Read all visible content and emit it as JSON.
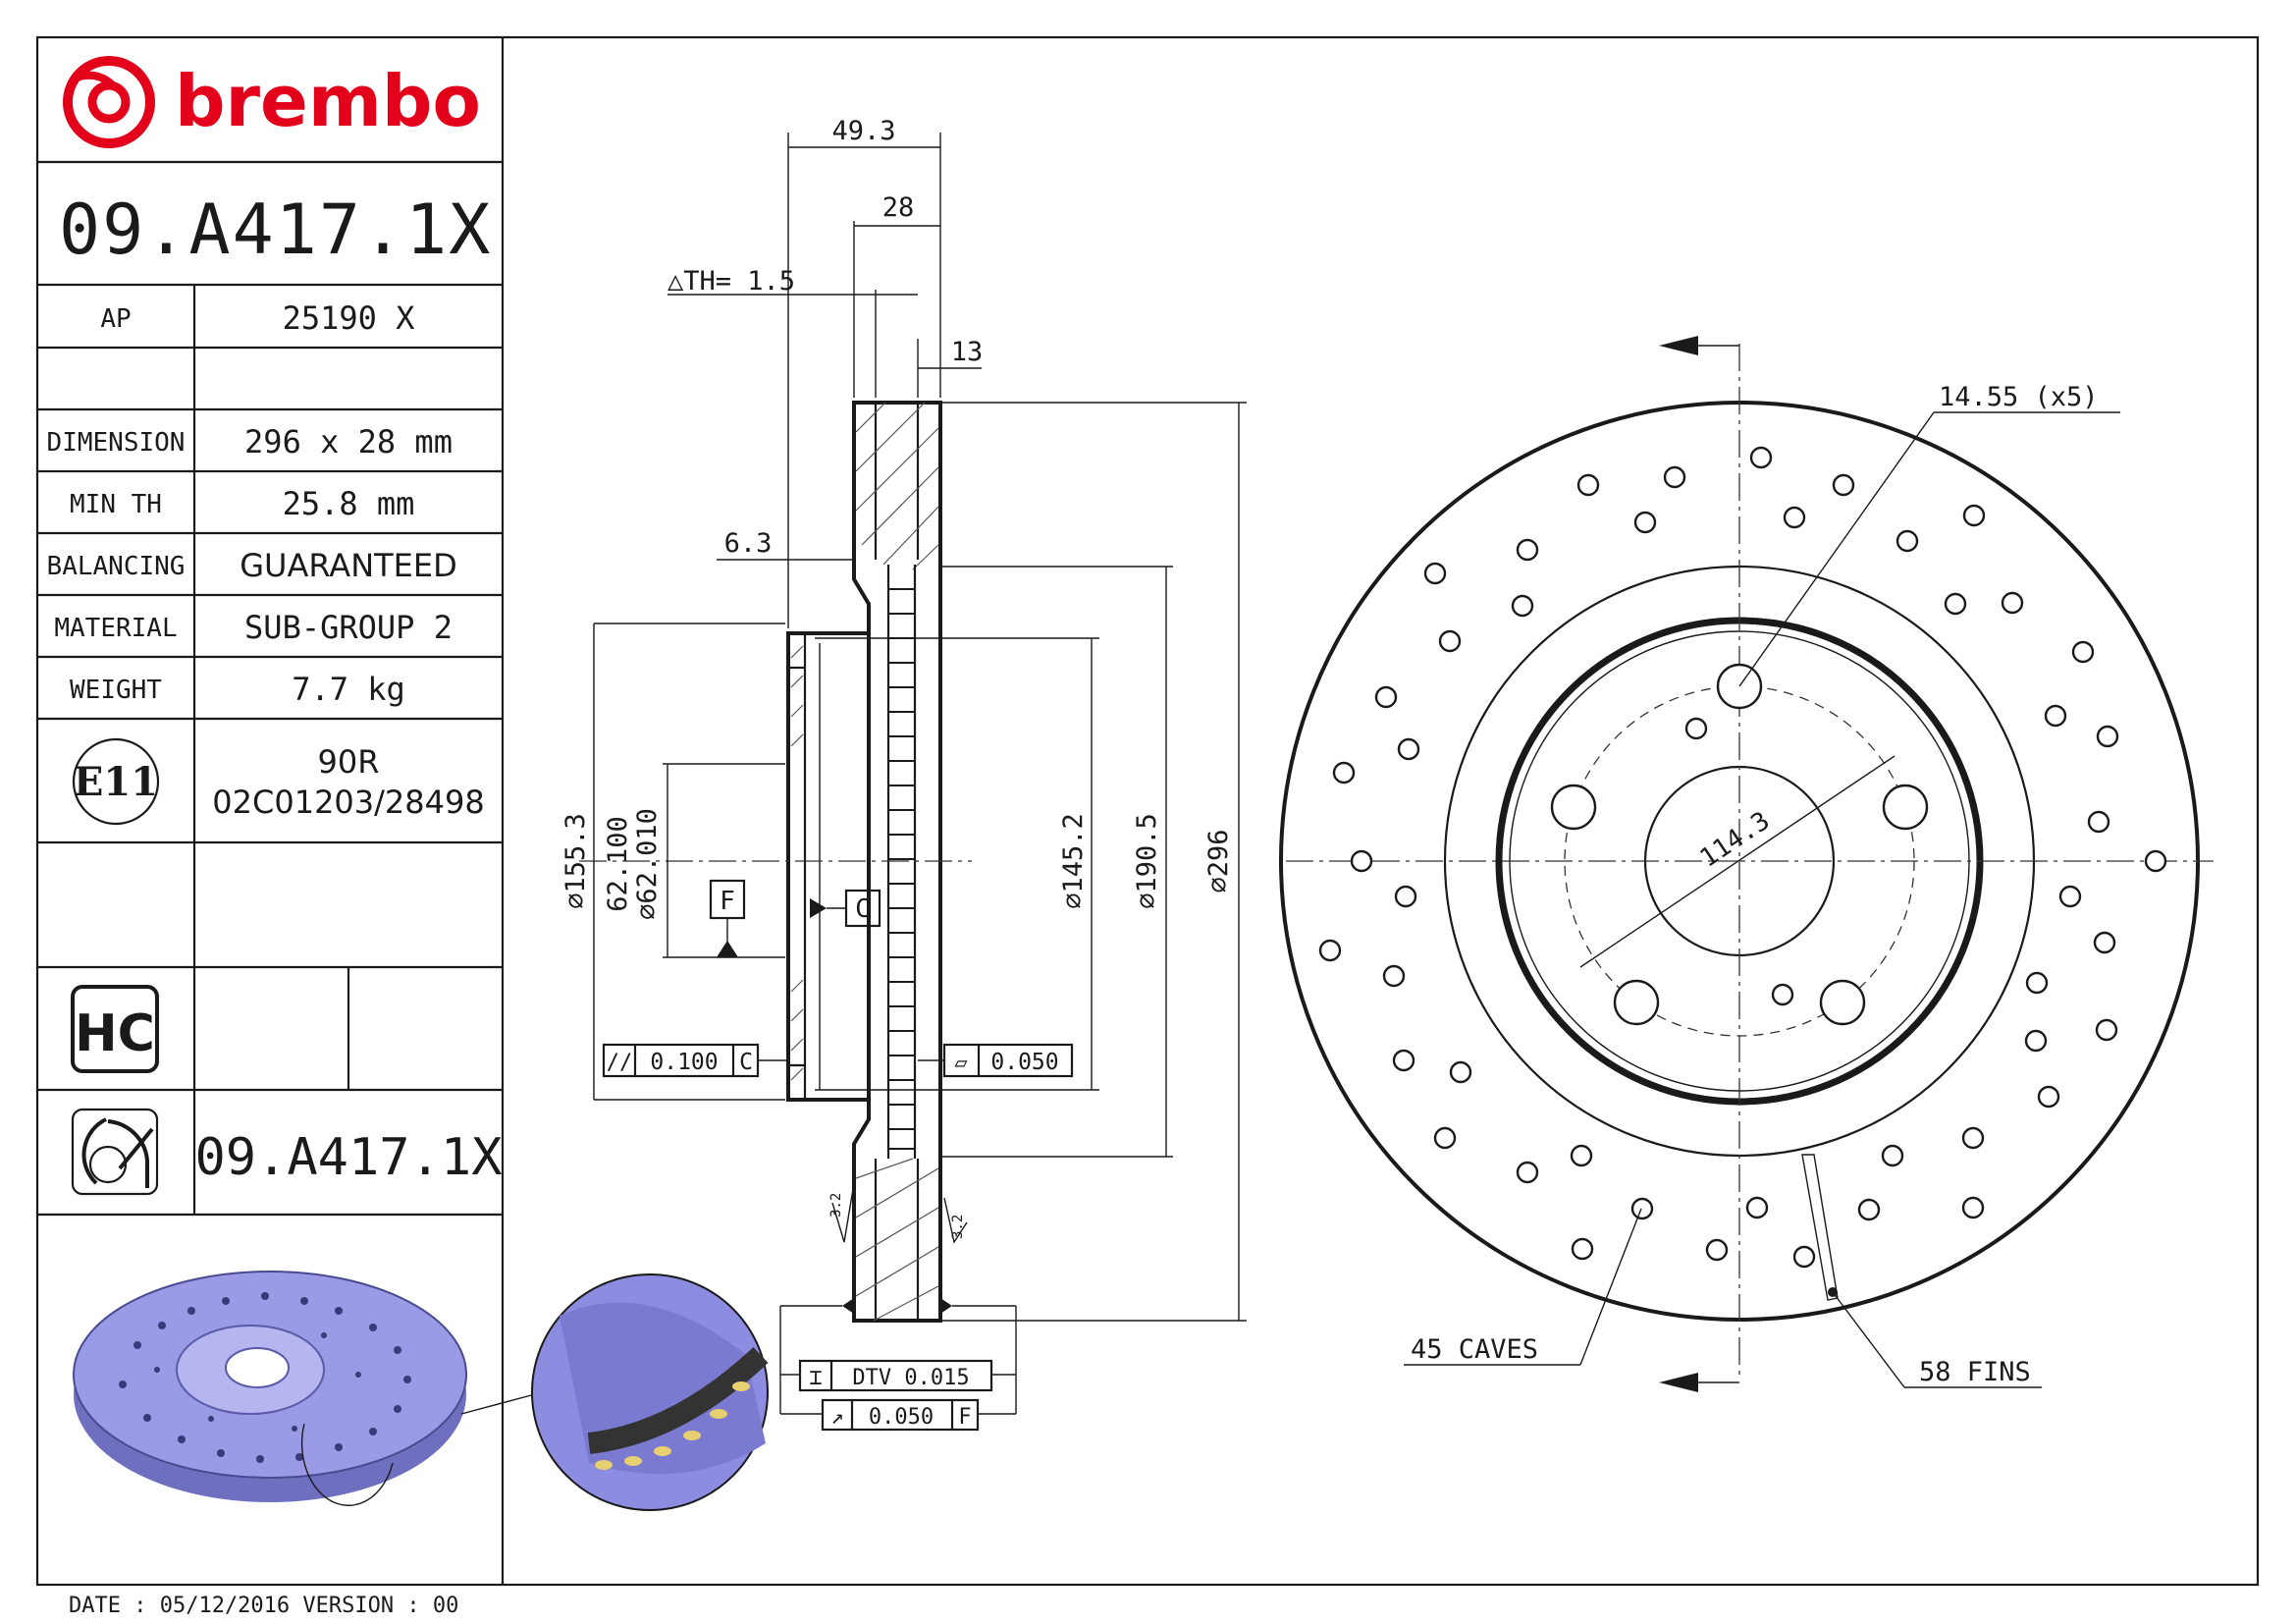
{
  "brand": {
    "name": "brembo",
    "color": "#e2001a"
  },
  "part_number": "09.A417.1X",
  "spec_table": [
    {
      "label": "AP",
      "value": "25190 X"
    },
    {
      "label": "",
      "value": ""
    },
    {
      "label": "DIMENSION",
      "value": "296 x 28 mm"
    },
    {
      "label": "MIN TH",
      "value": "25.8 mm"
    },
    {
      "label": "BALANCING",
      "value": "GUARANTEED"
    },
    {
      "label": "MATERIAL",
      "value": "SUB-GROUP 2"
    },
    {
      "label": "WEIGHT",
      "value": "7.7 kg"
    }
  ],
  "homologation": {
    "mark": "E11",
    "line1": "90R",
    "line2": "02C01203/28498"
  },
  "hc_badge": "HC",
  "footer_part_number": "09.A417.1X",
  "footer": "DATE : 05/12/2016 VERSION : 00",
  "dimensions": {
    "overall_width": "49.3",
    "thickness": "28",
    "delta_th": "△TH= 1.5",
    "vane_offset": "13",
    "hat_offset": "6.3",
    "d_hat_outer": "⌀155.3",
    "d_bore_max": "62.100",
    "d_bore_min": "⌀62.010",
    "d_inner_flange": "⌀145.2",
    "d_ring_inner": "⌀190.5",
    "d_outer": "⌀296",
    "pcd": "114.3",
    "bolt_holes": "14.55 (x5)"
  },
  "datums": {
    "f": "F",
    "c": "C"
  },
  "tolerances": {
    "parallelism": {
      "symbol": "//",
      "value": "0.100",
      "datum": "C"
    },
    "flatness": {
      "symbol": "▱",
      "value": "0.050"
    },
    "dtv": {
      "symbol": "⌶",
      "value": "DTV  0.015"
    },
    "runout": {
      "symbol": "↗",
      "value": "0.050",
      "datum": "F"
    }
  },
  "roughness": {
    "left": "3.2",
    "right": "3.2"
  },
  "annotations": {
    "caves": "45 CAVES",
    "fins": "58 FINS"
  },
  "colors": {
    "line": "#1a1a1a",
    "disc_render": "#8c8ce0"
  },
  "icons": {
    "logo": "brembo-logo-icon",
    "hc": "hc-badge-icon",
    "disc": "disc-pictogram-icon",
    "e_mark": "e11-mark-icon"
  }
}
